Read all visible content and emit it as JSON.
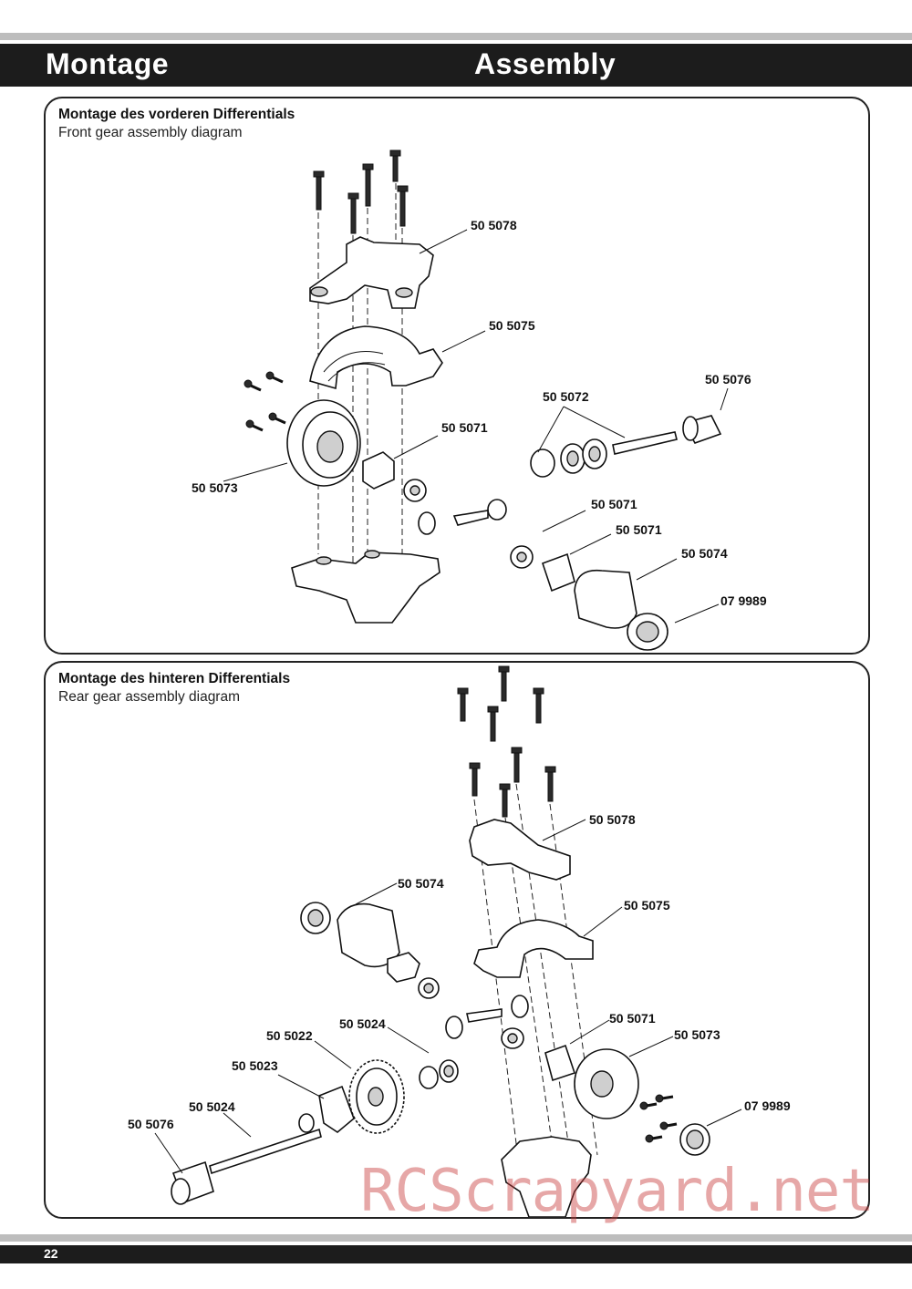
{
  "header": {
    "title_de": "Montage",
    "title_en": "Assembly"
  },
  "front": {
    "title": "Montage des vorderen Differentials",
    "subtitle": "Front gear assembly diagram",
    "parts": [
      "50 5078",
      "50 5075",
      "50 5076",
      "50 5072",
      "50 5071",
      "50 5073",
      "50 5071",
      "50 5071",
      "50 5074",
      "07 9989"
    ]
  },
  "rear": {
    "title": "Montage des hinteren Differentials",
    "subtitle": "Rear gear assembly diagram",
    "parts": [
      "50 5078",
      "50 5074",
      "50 5075",
      "50 5024",
      "50 5022",
      "50 5071",
      "50 5073",
      "50 5023",
      "50 5024",
      "07 9989",
      "50 5076"
    ]
  },
  "footer": {
    "page_number": "22"
  },
  "watermark": "RCScrapyard.net"
}
